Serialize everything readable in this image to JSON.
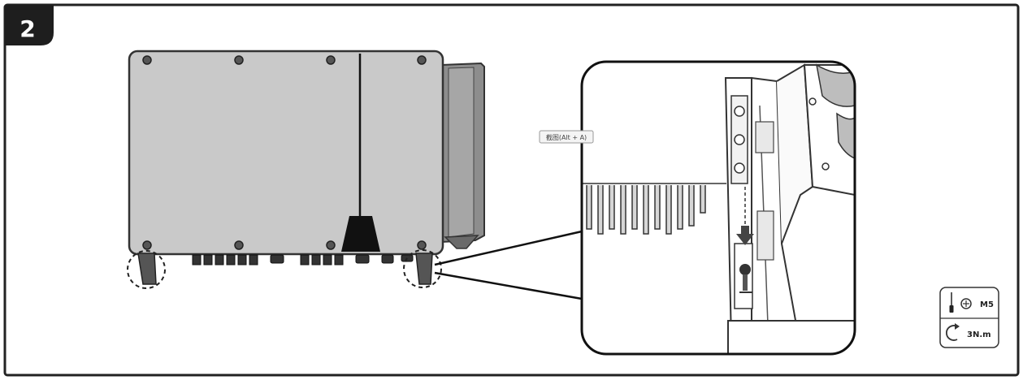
{
  "step": {
    "number": "2"
  },
  "tooltip": {
    "text": "截图(Alt + A)"
  },
  "spec": {
    "screw_size": "M5",
    "torque": "3N.m"
  },
  "icons": [
    "screwdriver-icon",
    "screw-head-icon",
    "rotate-clockwise-icon",
    "arrow-down-icon"
  ],
  "colors": {
    "frame": "#222222",
    "enclosure": "#c9c9c9",
    "heatsink": "#9a9a9a",
    "badge": "#1e1e1e",
    "badge_text": "#ffffff"
  }
}
